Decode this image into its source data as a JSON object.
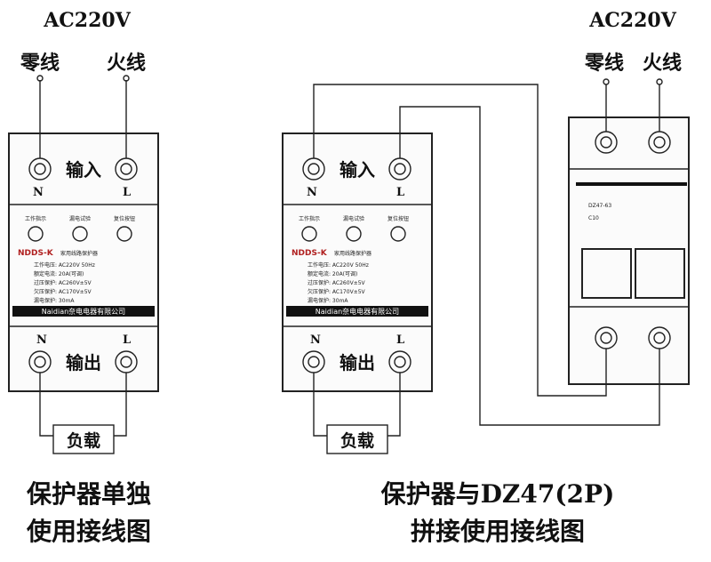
{
  "left": {
    "supply": "AC220V",
    "neutral": "零线",
    "live": "火线",
    "input": "输入",
    "output": "输出",
    "n": "N",
    "l": "L",
    "load": "负载",
    "caption1": "保护器单独",
    "caption2": "使用接线图"
  },
  "right": {
    "supply": "AC220V",
    "neutral": "零线",
    "live": "火线",
    "input": "输入",
    "output": "输出",
    "n": "N",
    "l": "L",
    "load": "负载",
    "caption1": "保护器与DZ47(2P)",
    "caption2": "拼接使用接线图"
  },
  "protector": {
    "indicators": [
      "工作指示",
      "漏电试验",
      "复位按钮"
    ],
    "model": "NDDS-K",
    "name": "家用线路保护器",
    "specs": [
      "工作电压: AC220V 50Hz",
      "额定电流: 20A(可调)",
      "过压保护: AC260V±5V",
      "欠压保护: AC170V±5V",
      "漏电保护: 30mA"
    ],
    "maker": "Naidian奈电电器有限公司"
  },
  "breaker": {
    "model": "DZ47-63",
    "rating": "C10"
  }
}
